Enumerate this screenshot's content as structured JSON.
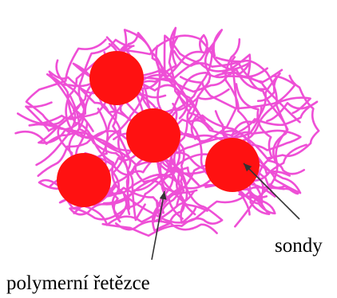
{
  "labels": {
    "probes": "sondy",
    "chains": "polymerní řetězce"
  },
  "colors": {
    "chains": "#ee4fd6",
    "probes": "#ff1111",
    "arrows": "#333333",
    "text": "#000000"
  },
  "probe_count": 4
}
